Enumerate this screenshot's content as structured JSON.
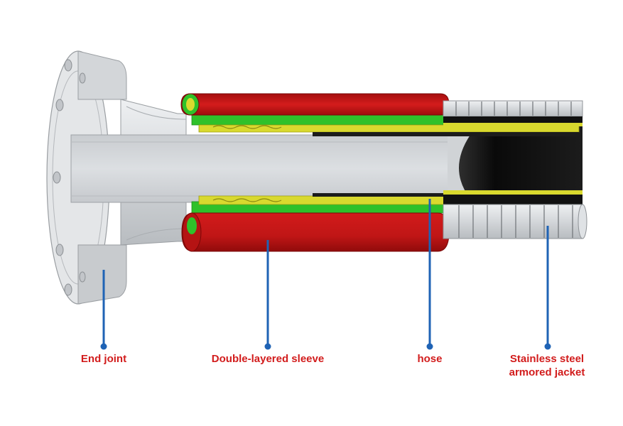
{
  "labels": {
    "end_joint": "End joint",
    "sleeve": "Double-layered sleeve",
    "hose": "hose",
    "armor_line1": "Stainless steel",
    "armor_line2": "armored jacket"
  },
  "colors": {
    "label": "#d21c1c",
    "callout": "#1f63b5",
    "sleeve_red": "#cc1a1a",
    "sleeve_green": "#2fc12a",
    "yellow_layer": "#d9d92e",
    "steel": "#d7dadd",
    "hose_black": "#111111"
  }
}
